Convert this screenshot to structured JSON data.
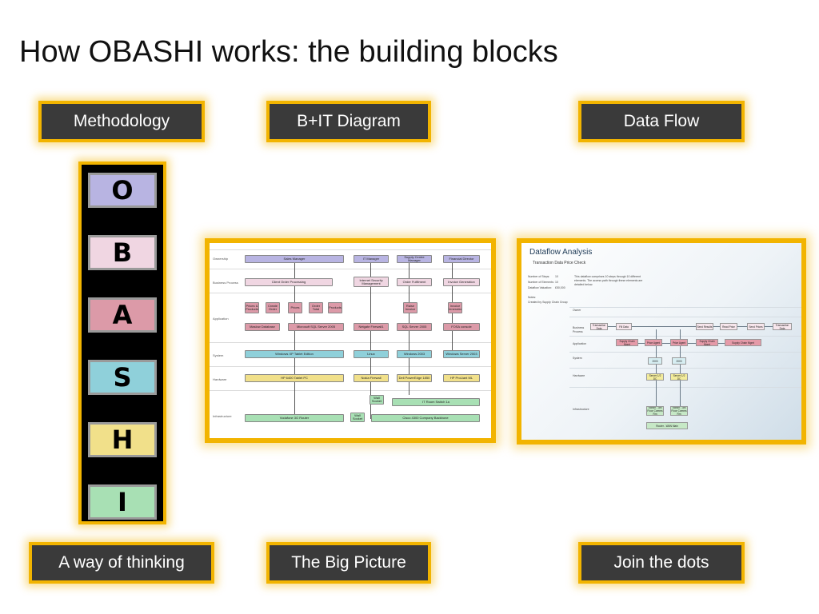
{
  "title": "How OBASHI works: the building blocks",
  "colors": {
    "accent_border": "#f2b400",
    "label_bg": "#3a3a3a",
    "owner": "#b8b4e2",
    "business_process": "#f0d6e2",
    "application": "#dc9aa8",
    "system": "#8fd0da",
    "hardware": "#f1e08a",
    "infrastructure": "#a8e0b4"
  },
  "top_labels": [
    "Methodology",
    "B+IT Diagram",
    "Data Flow"
  ],
  "bottom_labels": [
    "A way of thinking",
    "The Big Picture",
    "Join the dots"
  ],
  "obashi_letters": [
    "O",
    "B",
    "A",
    "S",
    "H",
    "I"
  ],
  "bit_diagram": {
    "lanes": [
      "Ownership",
      "Business Process",
      "Application",
      "System",
      "Hardware",
      "Infrastructure"
    ],
    "owners": [
      "Sales Manager",
      "IT Manager",
      "Supply Centre Manager",
      "Financial Director"
    ],
    "processes": [
      "Client Order Processing",
      "Internet Security Management",
      "Order Fulfilment",
      "Invoice Generation"
    ],
    "apps_small": [
      "Prices & Products",
      "Create Order",
      "Prices",
      "Order Total",
      "Products",
      "Raise Invoice",
      "Invoice Generation"
    ],
    "apps": [
      "Maslow Database",
      "Microsoft SQL Server 2005",
      "Netgate Firewall1",
      "SQL Server 2005",
      "FOSA console"
    ],
    "systems": [
      "Windows XP Tablet Edition",
      "Linux",
      "Windows 2003",
      "Windows Server 2003"
    ],
    "hardware": [
      "HP 6400 Tablet PC",
      "Nokia Firewall",
      "Dell PowerEdge 1850",
      "HP ProLiant ML"
    ],
    "infra_small": [
      "Wall Socket",
      "Wall Socket"
    ],
    "infra": [
      "Vodafone 3G Router",
      "IT Room Switch 1a",
      "Cisco 4300 Company Backbone"
    ]
  },
  "dataflow": {
    "title": "Dataflow Analysis",
    "subtitle": "Transaction Data Price Check",
    "stats": [
      {
        "label": "Number of Steps:",
        "value": "10"
      },
      {
        "label": "Number of Elements:",
        "value": "10"
      },
      {
        "label": "Dataflow Valuation:",
        "value": "£50,000"
      }
    ],
    "description": "This dataflow comprises 10 steps through 10 different elements. The access path through these elements are detailed below.",
    "notes": "Notes:",
    "note_text": "Created by Supply Chain Group",
    "lanes": [
      "Owner",
      "Business Process",
      "Application",
      "System",
      "Hardware",
      "Infrastructure"
    ],
    "boxes_bp": [
      "Transaction Data",
      "Fill Data",
      "Send Results",
      "Read Price",
      "Send Prices",
      "Transaction Data"
    ],
    "boxes_app": [
      "Supply Chain Mgmt",
      "Price Agent",
      "Price Agent",
      "Supply Chain Mgmt",
      "Supply Chain Mgmt"
    ],
    "boxes_sys": [
      "2003",
      "2003"
    ],
    "boxes_hw": [
      "Server 1/2 DC",
      "Server 1/2 DC"
    ],
    "boxes_infra": [
      "Switch - 3rd Floor Comms Rm",
      "Switch - 3rd Floor Comms Rm",
      "Router - WAN Main"
    ]
  }
}
